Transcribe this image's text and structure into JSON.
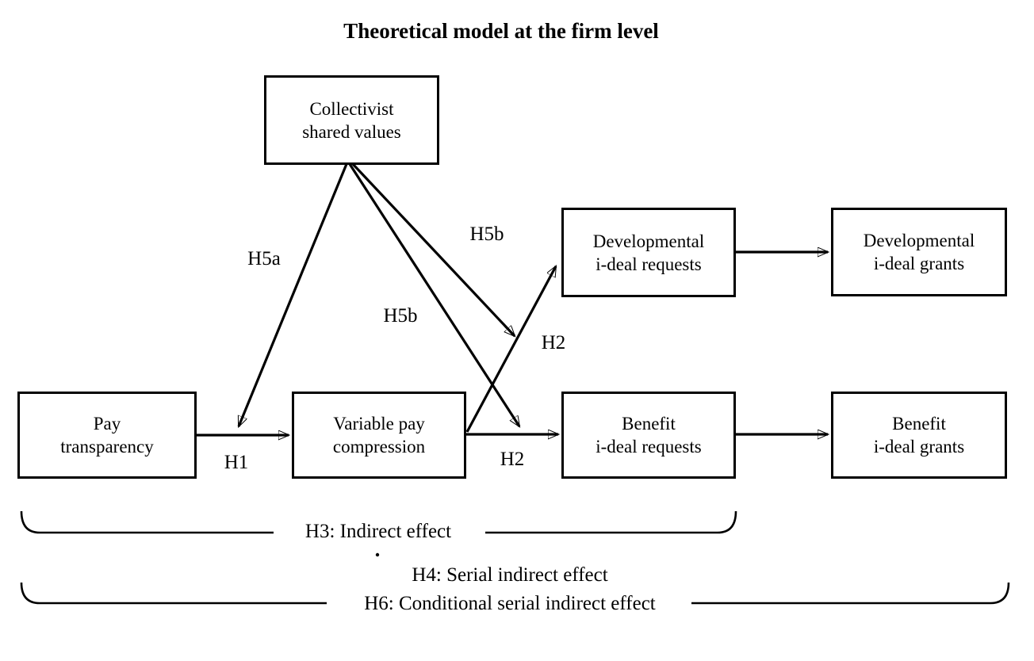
{
  "title": "Theoretical model at the firm level",
  "nodes": {
    "collectivist": {
      "line1": "Collectivist",
      "line2": "shared values"
    },
    "pay": {
      "line1": "Pay",
      "line2": "transparency"
    },
    "vpc": {
      "line1": "Variable pay",
      "line2": "compression"
    },
    "dev_req": {
      "line1": "Developmental",
      "line2": "i-deal requests"
    },
    "dev_grant": {
      "line1": "Developmental",
      "line2": "i-deal grants"
    },
    "ben_req": {
      "line1": "Benefit",
      "line2": "i-deal requests"
    },
    "ben_grant": {
      "line1": "Benefit",
      "line2": "i-deal grants"
    }
  },
  "path_labels": {
    "h1": "H1",
    "h2_upper": "H2",
    "h2_lower": "H2",
    "h5a": "H5a",
    "h5b_upper": "H5b",
    "h5b_mid": "H5b"
  },
  "effect_labels": {
    "h3": "H3: Indirect effect",
    "h4": "H4: Serial indirect effect",
    "h6": "H6: Conditional serial indirect effect"
  },
  "colors": {
    "ink": "#000000",
    "background": "#ffffff"
  }
}
